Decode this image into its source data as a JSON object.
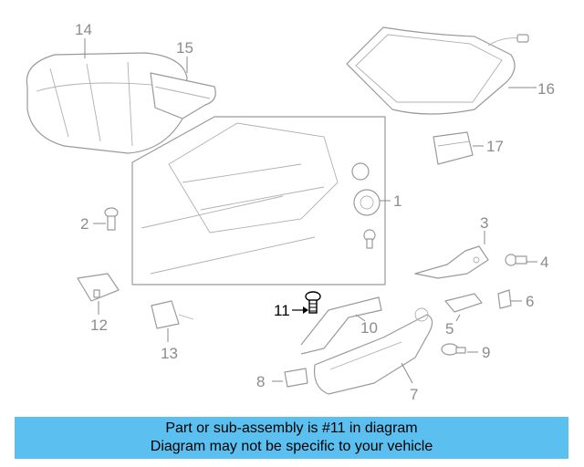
{
  "callouts": {
    "c1": "1",
    "c2": "2",
    "c3": "3",
    "c4": "4",
    "c5": "5",
    "c6": "6",
    "c7": "7",
    "c8": "8",
    "c9": "9",
    "c10": "10",
    "c11": "11",
    "c12": "12",
    "c13": "13",
    "c14": "14",
    "c15": "15",
    "c16": "16",
    "c17": "17"
  },
  "highlighted_part": "11",
  "colors": {
    "banner": "#5bc0f0",
    "part_stroke": "#9a9a9a",
    "callout_text": "#8c8c8c",
    "highlight": "#000000"
  },
  "banner": {
    "line1": "Part or sub-assembly is #11 in diagram",
    "line2": "Diagram may not be specific to your vehicle"
  }
}
